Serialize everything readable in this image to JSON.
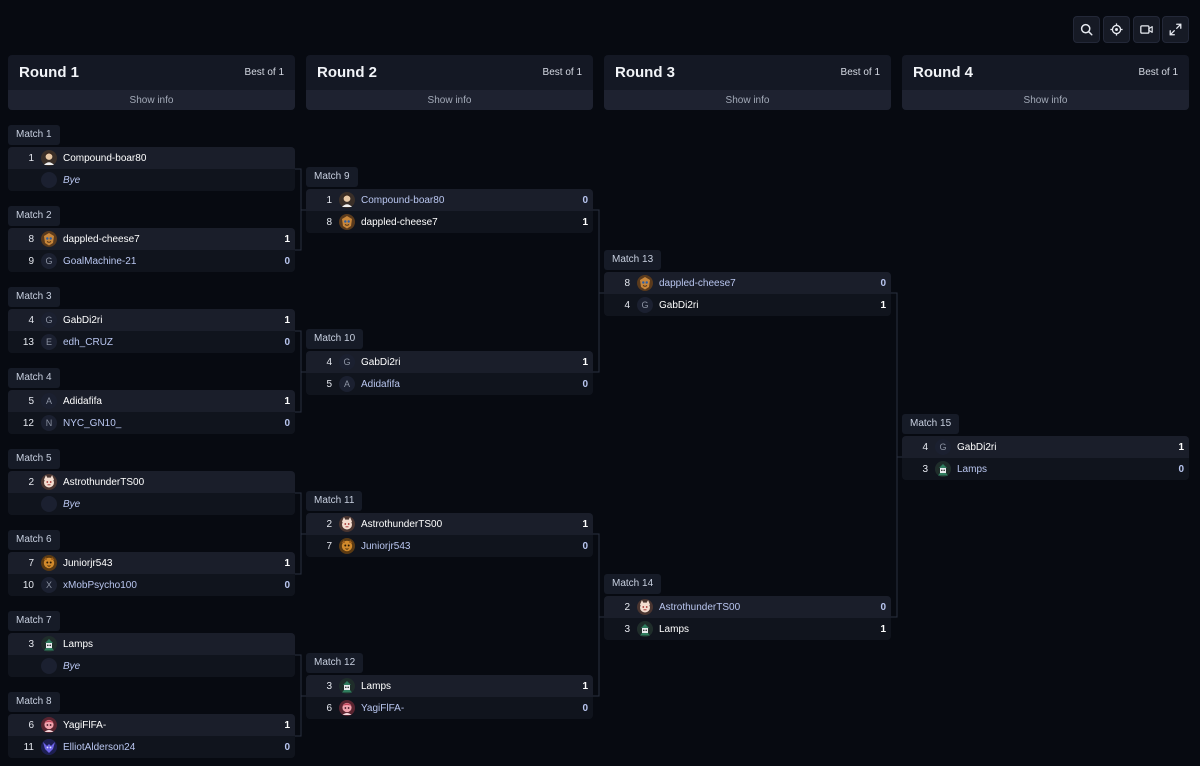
{
  "toolbar": {
    "buttons": [
      {
        "name": "search-icon"
      },
      {
        "name": "crosshair-icon"
      },
      {
        "name": "video-icon"
      },
      {
        "name": "expand-icon"
      }
    ]
  },
  "rounds": [
    {
      "title": "Round 1",
      "best_of": "Best of 1",
      "show_info": "Show info"
    },
    {
      "title": "Round 2",
      "best_of": "Best of 1",
      "show_info": "Show info"
    },
    {
      "title": "Round 3",
      "best_of": "Best of 1",
      "show_info": "Show info"
    },
    {
      "title": "Round 4",
      "best_of": "Best of 1",
      "show_info": "Show info"
    }
  ],
  "matches": [
    {
      "label": "Match 1",
      "players": [
        {
          "seed": "1",
          "avatar": "avatar-compound",
          "name": "Compound-boar80",
          "score": "",
          "winner": true
        },
        {
          "seed": "",
          "avatar": "none",
          "name": "Bye",
          "score": "",
          "winner": false,
          "bye": true
        }
      ]
    },
    {
      "label": "Match 2",
      "players": [
        {
          "seed": "8",
          "avatar": "avatar-cheese",
          "name": "dappled-cheese7",
          "score": "1",
          "winner": true
        },
        {
          "seed": "9",
          "avatar": "letter",
          "letter": "G",
          "name": "GoalMachine-21",
          "score": "0",
          "winner": false
        }
      ]
    },
    {
      "label": "Match 3",
      "players": [
        {
          "seed": "4",
          "avatar": "letter",
          "letter": "G",
          "name": "GabDi2ri",
          "score": "1",
          "winner": true
        },
        {
          "seed": "13",
          "avatar": "letter",
          "letter": "E",
          "name": "edh_CRUZ",
          "score": "0",
          "winner": false
        }
      ]
    },
    {
      "label": "Match 4",
      "players": [
        {
          "seed": "5",
          "avatar": "letter",
          "letter": "A",
          "name": "Adidafifa",
          "score": "1",
          "winner": true
        },
        {
          "seed": "12",
          "avatar": "letter",
          "letter": "N",
          "name": "NYC_GN10_",
          "score": "0",
          "winner": false
        }
      ]
    },
    {
      "label": "Match 5",
      "players": [
        {
          "seed": "2",
          "avatar": "avatar-astro",
          "name": "AstrothunderTS00",
          "score": "",
          "winner": true
        },
        {
          "seed": "",
          "avatar": "none",
          "name": "Bye",
          "score": "",
          "winner": false,
          "bye": true
        }
      ]
    },
    {
      "label": "Match 6",
      "players": [
        {
          "seed": "7",
          "avatar": "avatar-junior",
          "name": "Juniorjr543",
          "score": "1",
          "winner": true
        },
        {
          "seed": "10",
          "avatar": "letter",
          "letter": "X",
          "name": "xMobPsycho100",
          "score": "0",
          "winner": false
        }
      ]
    },
    {
      "label": "Match 7",
      "players": [
        {
          "seed": "3",
          "avatar": "avatar-lamps",
          "name": "Lamps",
          "score": "",
          "winner": true
        },
        {
          "seed": "",
          "avatar": "none",
          "name": "Bye",
          "score": "",
          "winner": false,
          "bye": true
        }
      ]
    },
    {
      "label": "Match 8",
      "players": [
        {
          "seed": "6",
          "avatar": "avatar-yagi",
          "name": "YagiFlFA-",
          "score": "1",
          "winner": true
        },
        {
          "seed": "11",
          "avatar": "avatar-elliot",
          "name": "ElliotAlderson24",
          "score": "0",
          "winner": false
        }
      ]
    },
    {
      "label": "Match 9",
      "players": [
        {
          "seed": "1",
          "avatar": "avatar-compound",
          "name": "Compound-boar80",
          "score": "0",
          "winner": false
        },
        {
          "seed": "8",
          "avatar": "avatar-cheese",
          "name": "dappled-cheese7",
          "score": "1",
          "winner": true
        }
      ]
    },
    {
      "label": "Match 10",
      "players": [
        {
          "seed": "4",
          "avatar": "letter",
          "letter": "G",
          "name": "GabDi2ri",
          "score": "1",
          "winner": true
        },
        {
          "seed": "5",
          "avatar": "letter",
          "letter": "A",
          "name": "Adidafifa",
          "score": "0",
          "winner": false
        }
      ]
    },
    {
      "label": "Match 11",
      "players": [
        {
          "seed": "2",
          "avatar": "avatar-astro",
          "name": "AstrothunderTS00",
          "score": "1",
          "winner": true
        },
        {
          "seed": "7",
          "avatar": "avatar-junior",
          "name": "Juniorjr543",
          "score": "0",
          "winner": false
        }
      ]
    },
    {
      "label": "Match 12",
      "players": [
        {
          "seed": "3",
          "avatar": "avatar-lamps",
          "name": "Lamps",
          "score": "1",
          "winner": true
        },
        {
          "seed": "6",
          "avatar": "avatar-yagi",
          "name": "YagiFlFA-",
          "score": "0",
          "winner": false
        }
      ]
    },
    {
      "label": "Match 13",
      "players": [
        {
          "seed": "8",
          "avatar": "avatar-cheese",
          "name": "dappled-cheese7",
          "score": "0",
          "winner": false
        },
        {
          "seed": "4",
          "avatar": "letter",
          "letter": "G",
          "name": "GabDi2ri",
          "score": "1",
          "winner": true
        }
      ]
    },
    {
      "label": "Match 14",
      "players": [
        {
          "seed": "2",
          "avatar": "avatar-astro",
          "name": "AstrothunderTS00",
          "score": "0",
          "winner": false
        },
        {
          "seed": "3",
          "avatar": "avatar-lamps",
          "name": "Lamps",
          "score": "1",
          "winner": true
        }
      ]
    },
    {
      "label": "Match 15",
      "players": [
        {
          "seed": "4",
          "avatar": "letter",
          "letter": "G",
          "name": "GabDi2ri",
          "score": "1",
          "winner": true
        },
        {
          "seed": "3",
          "avatar": "avatar-lamps",
          "name": "Lamps",
          "score": "0",
          "winner": false
        }
      ]
    }
  ]
}
